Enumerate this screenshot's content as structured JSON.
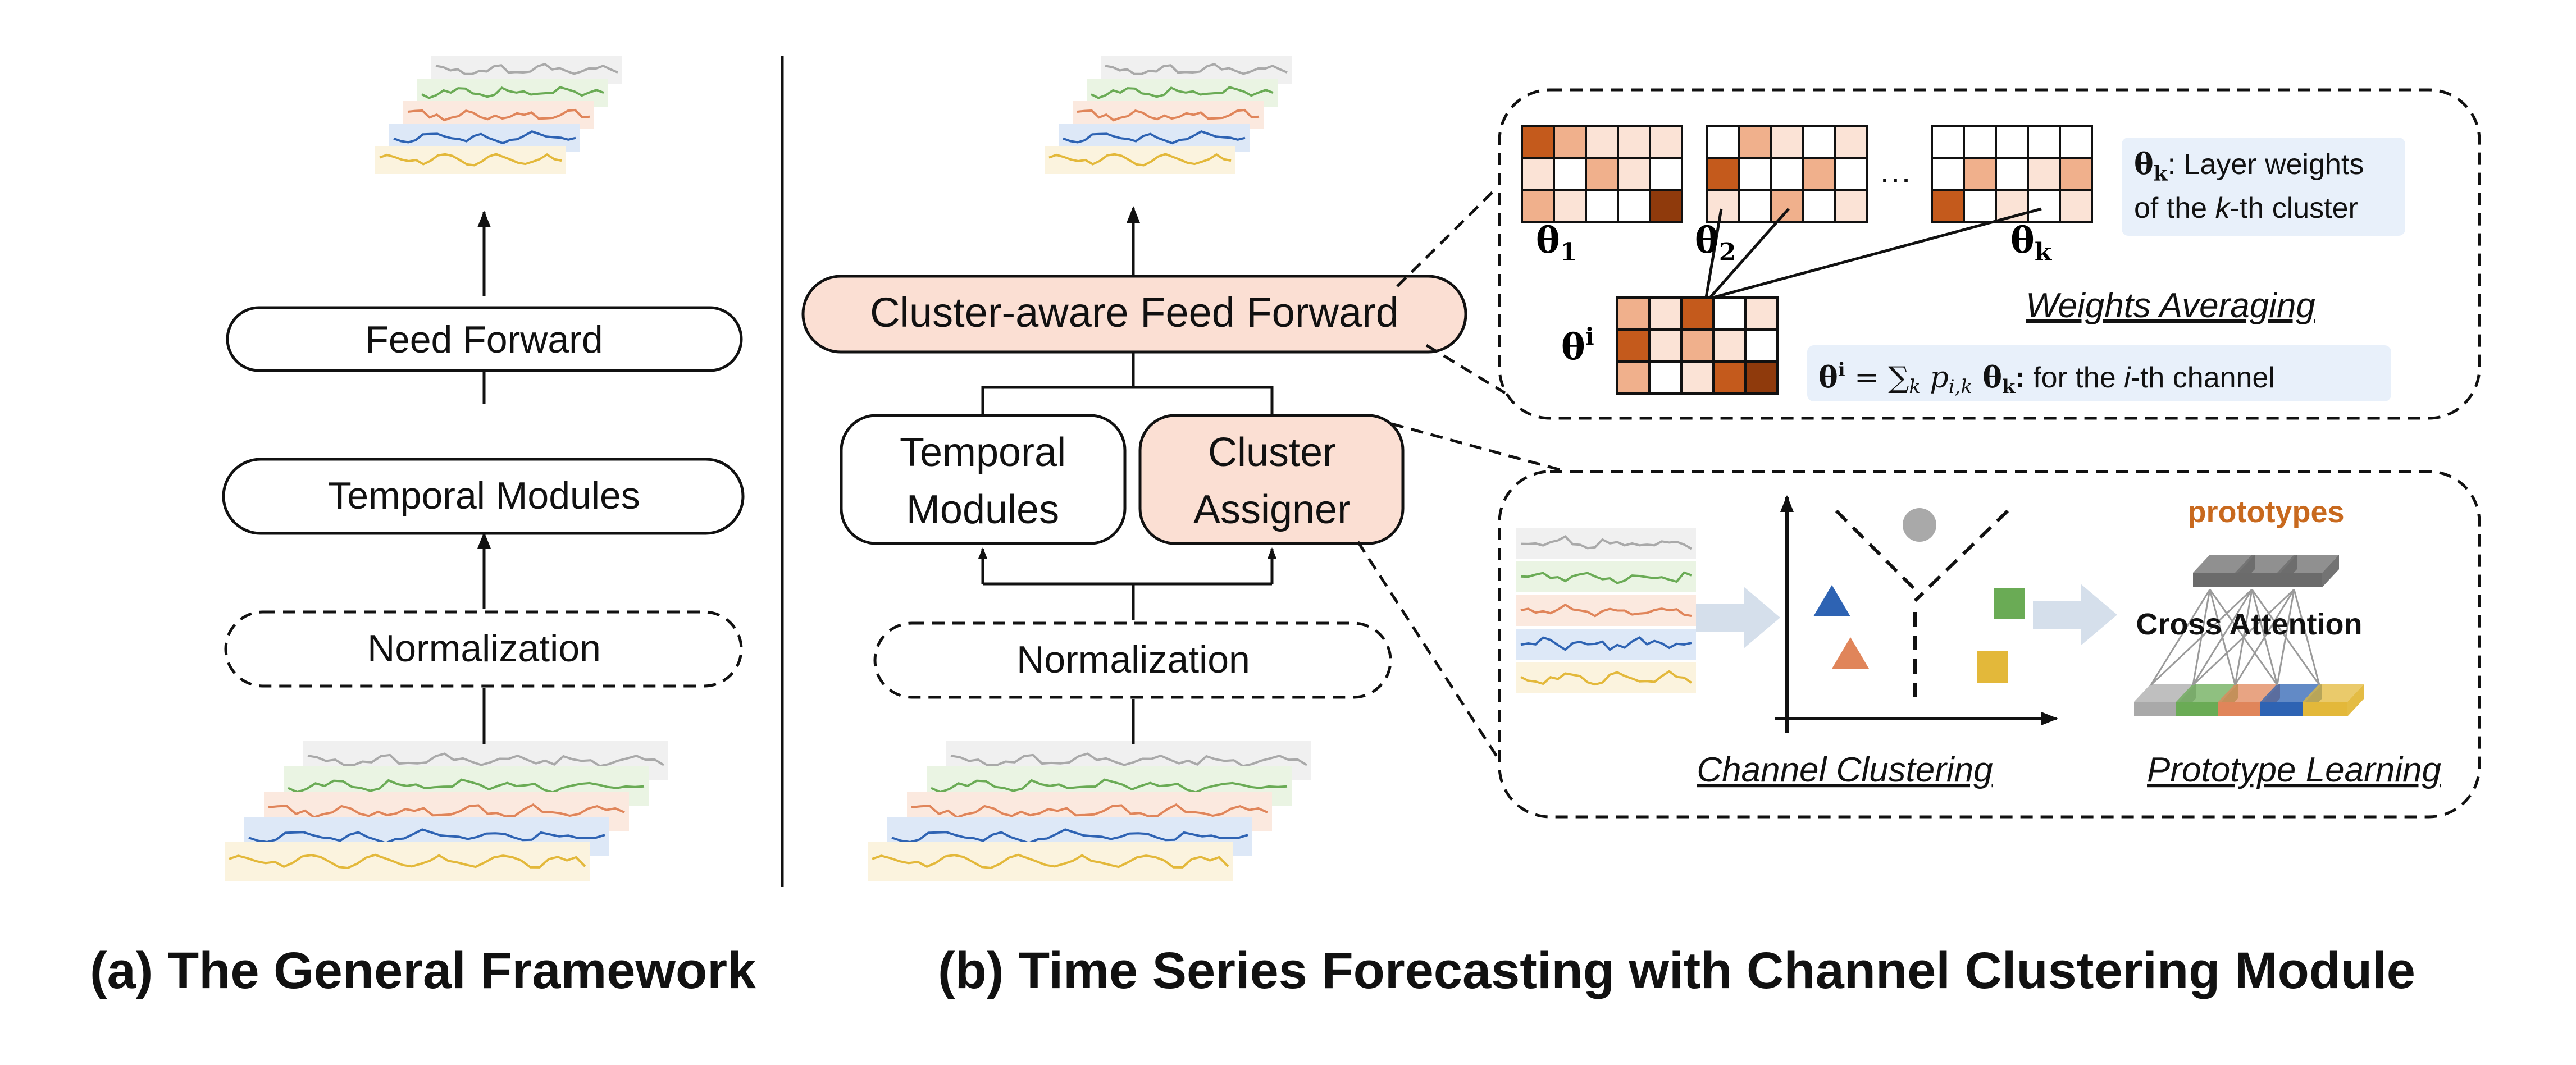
{
  "panel_a": {
    "caption": "(a) The General Framework",
    "feed_forward": "Feed Forward",
    "temporal_modules": "Temporal Modules",
    "normalization": "Normalization"
  },
  "panel_b": {
    "caption": "(b) Time Series Forecasting with Channel Clustering Module",
    "cluster_ff": "Cluster-aware Feed Forward",
    "temporal_modules_line1": "Temporal",
    "temporal_modules_line2": "Modules",
    "cluster_assigner_line1": "Cluster",
    "cluster_assigner_line2": "Assigner",
    "normalization": "Normalization"
  },
  "weights_box": {
    "theta_1": "θ",
    "theta_1_sub": "1",
    "theta_2": "θ",
    "theta_2_sub": "2",
    "theta_k": "θ",
    "theta_k_sub": "k",
    "theta_i": "θ",
    "theta_i_sup": "i",
    "ellipsis": "…",
    "legend_theta": "θ",
    "legend_theta_sub": "k",
    "legend_line1": ": Layer weights",
    "legend_line2_pre": "of the ",
    "legend_line2_k": "k",
    "legend_line2_post": "-th cluster",
    "title": "Weights Averaging",
    "formula_lhs": "θ",
    "formula_lhs_sup": "i",
    "formula_eq": " = ∑",
    "formula_sub_k": "k",
    "formula_p": " p",
    "formula_p_sub": "i,k",
    "formula_theta": " θ",
    "formula_theta_sub": "k",
    "formula_colon": ":",
    "formula_tail_pre": " for the ",
    "formula_tail_i": "i",
    "formula_tail_post": "-th channel"
  },
  "cluster_box": {
    "left_title": "Channel Clustering",
    "right_title": "Prototype Learning",
    "prototypes_label": "prototypes",
    "cross_attention_label": "Cross Attention"
  },
  "colors": {
    "series_gray": "#a9a9a9",
    "series_green": "#6aab55",
    "series_orange": "#e0855a",
    "series_blue": "#2e63b3",
    "series_yellow": "#e3b83a",
    "bg_gray": "#f0f0f0",
    "bg_green": "#eaf4e3",
    "bg_orange": "#fbe9df",
    "bg_blue": "#dde8f7",
    "bg_yellow": "#fbf3de",
    "node_fill_peach": "#fbdfd3",
    "legend_fill": "#e8f0fa",
    "prototype_label": "#c8691e",
    "matrix_dark": "#c45a1c",
    "matrix_mid": "#f0b08c",
    "matrix_light": "#fbe3d6",
    "matrix_darkest": "#8f3a0c"
  },
  "icons": [
    "up-arrow-icon",
    "right-block-arrow-icon",
    "circle-icon",
    "triangle-icon",
    "square-icon",
    "prism-icon"
  ]
}
